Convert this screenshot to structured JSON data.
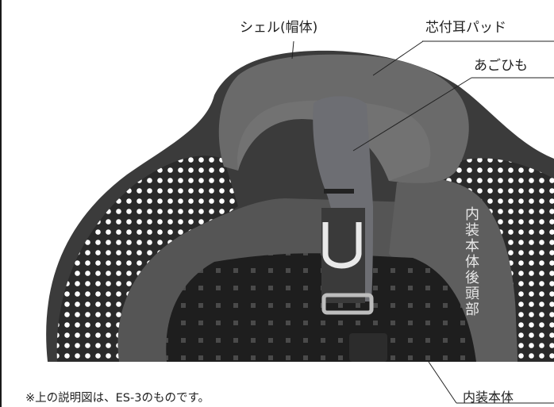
{
  "labels": {
    "shell": "シェル(帽体)",
    "ear_pad": "芯付耳パッド",
    "chin_strap": "あごひも",
    "inner_body": "内装本体",
    "inner_rear": "内装本体後頭部"
  },
  "note": "※上の説明図は、ES-3のものです。",
  "colors": {
    "shell": "#3d3d3d",
    "pad": "#6e6e6e",
    "strap": "#6a6a70",
    "mesh": "#1c1c1c",
    "background": "#ffffff"
  }
}
